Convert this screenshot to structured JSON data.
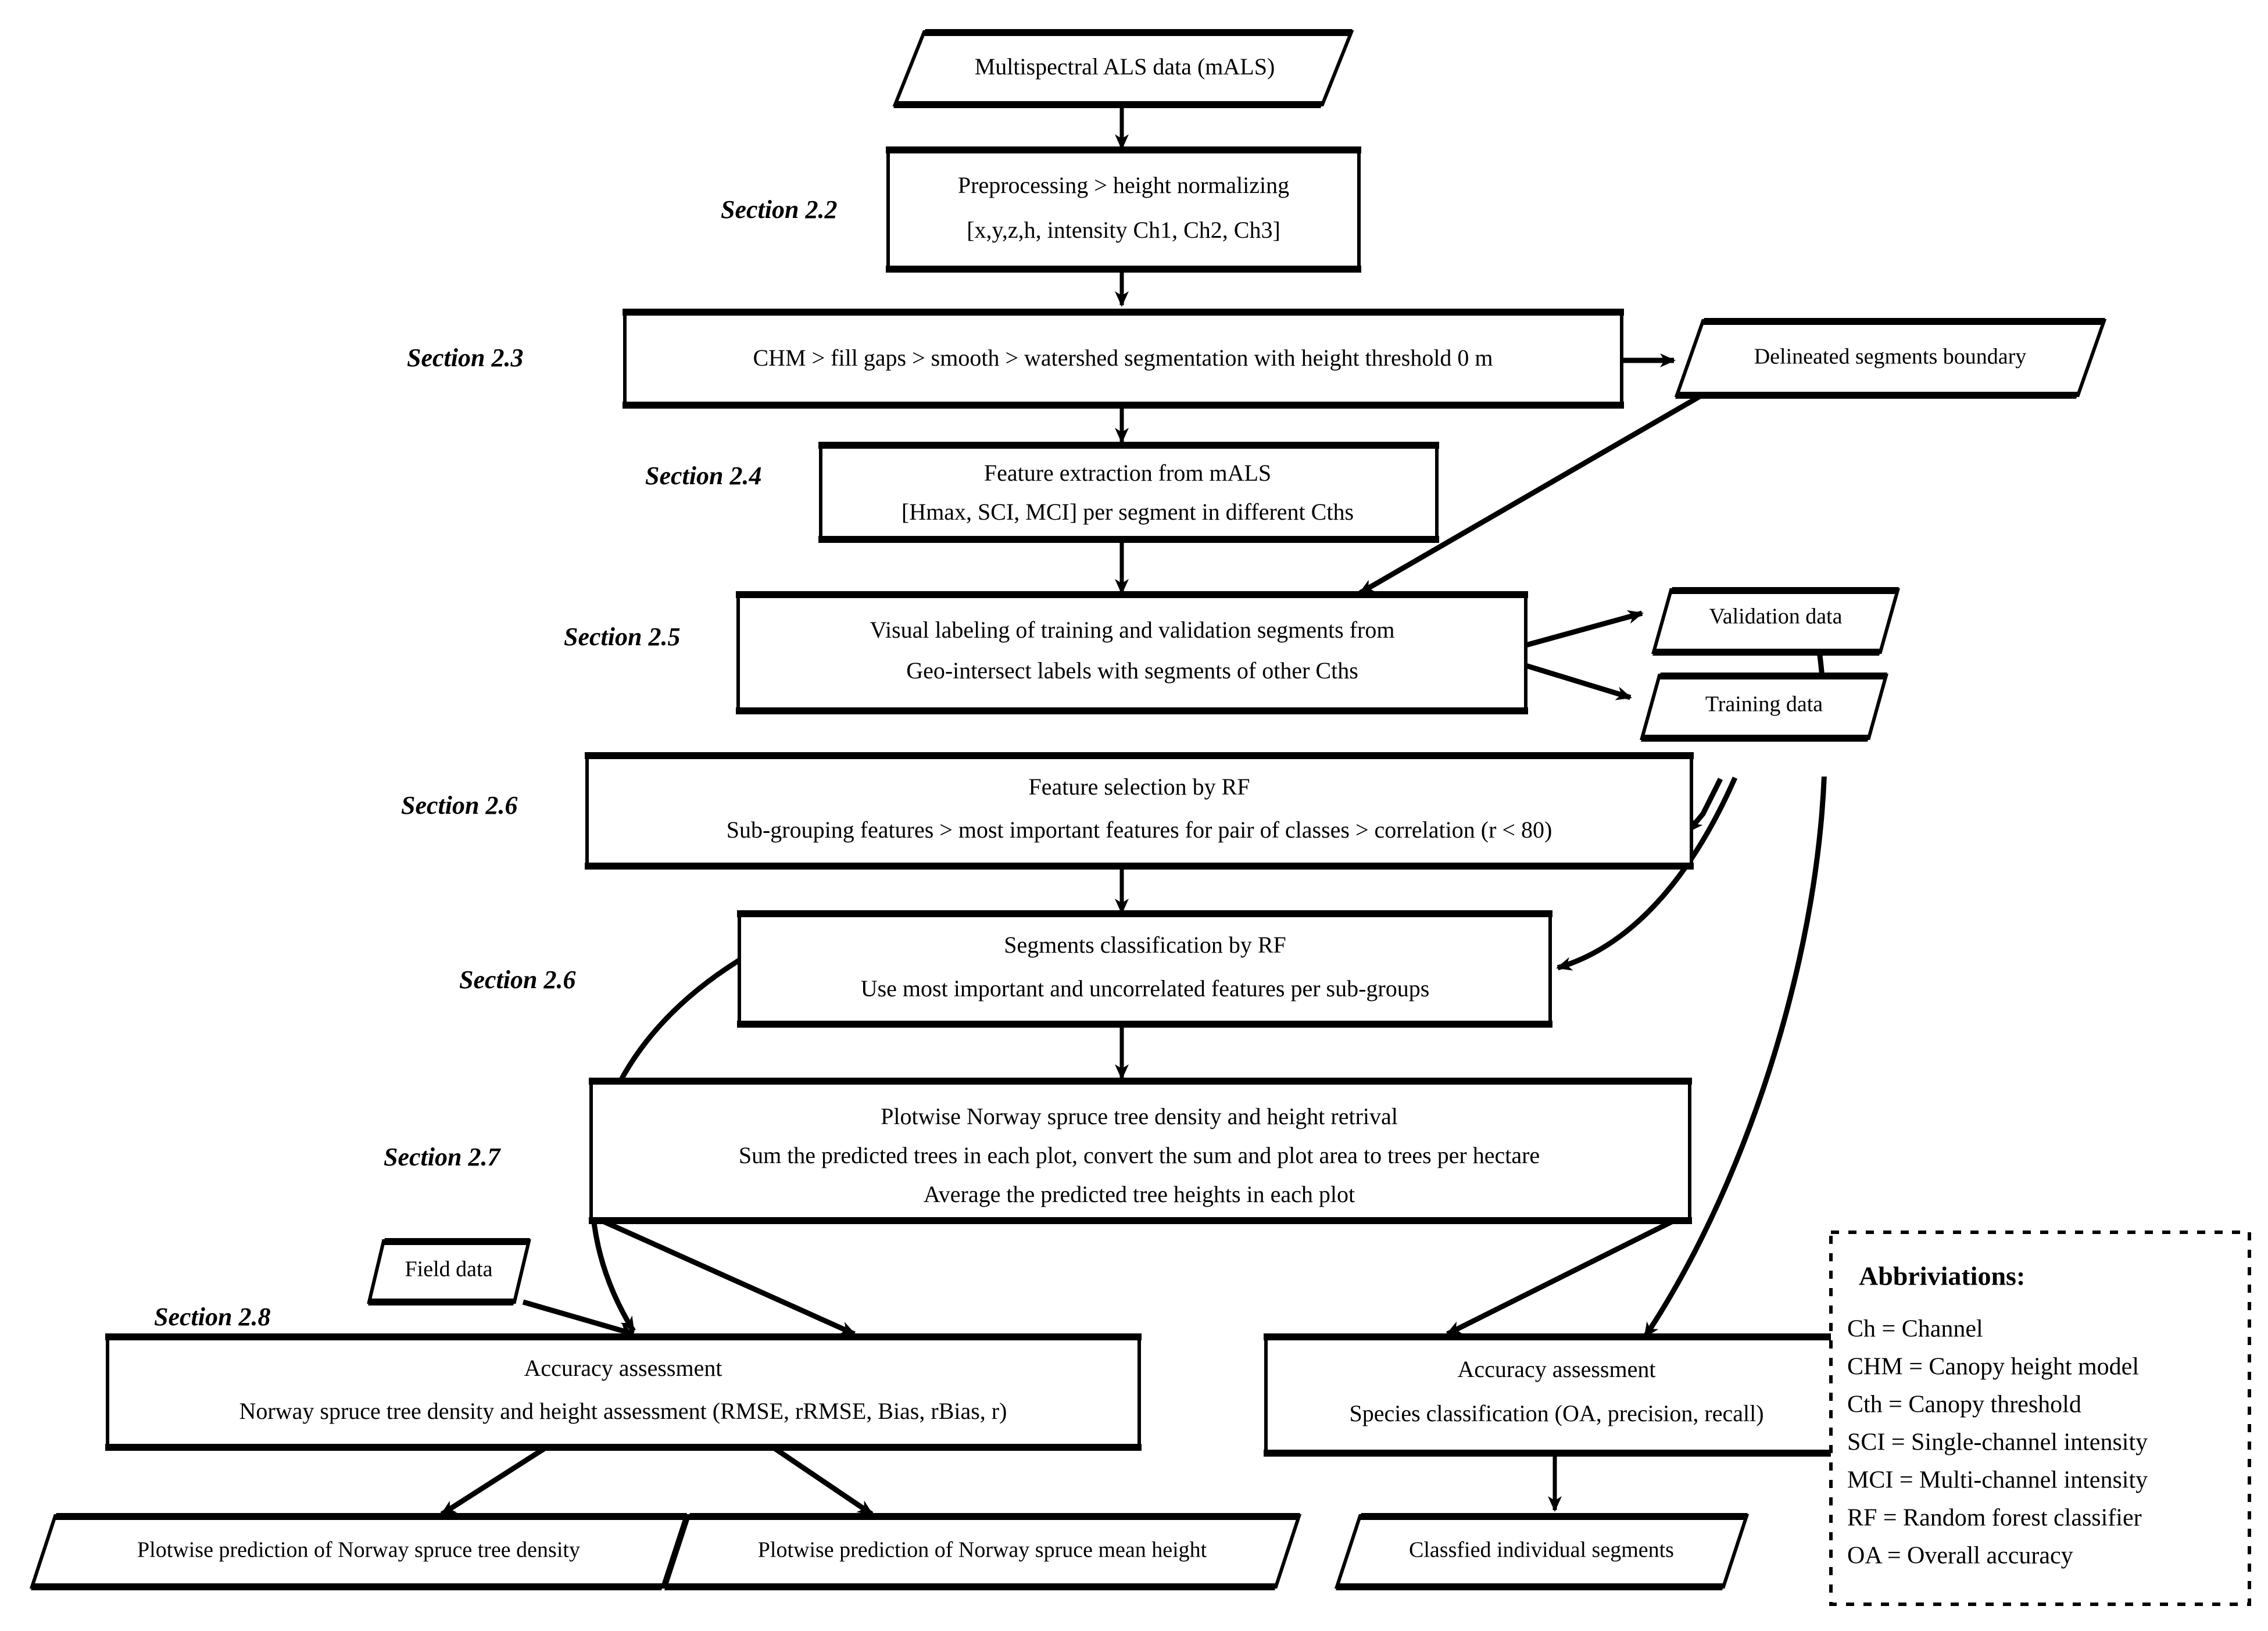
{
  "figure": {
    "type": "flowchart",
    "title": "",
    "colors": {
      "stroke": "#000000",
      "fill": "#ffffff",
      "text": "#000000"
    }
  },
  "section_labels": [
    {
      "id": "s22",
      "text": "Section 2.2"
    },
    {
      "id": "s23",
      "text": "Section 2.3"
    },
    {
      "id": "s24",
      "text": "Section 2.4"
    },
    {
      "id": "s25",
      "text": "Section 2.5"
    },
    {
      "id": "s26a",
      "text": "Section 2.6"
    },
    {
      "id": "s26b",
      "text": "Section 2.6"
    },
    {
      "id": "s27",
      "text": "Section 2.7"
    },
    {
      "id": "s28",
      "text": "Section 2.8"
    }
  ],
  "nodes": {
    "input_mals": {
      "shape": "parallelogram",
      "lines": [
        "Multispectral ALS data (mALS)"
      ]
    },
    "preprocessing": {
      "shape": "rect",
      "lines": [
        "Preprocessing > height normalizing",
        "[x,y,z,h, intensity Ch1, Ch2, Ch3]"
      ]
    },
    "chm": {
      "shape": "rect",
      "lines": [
        "CHM > fill gaps > smooth > watershed segmentation with height threshold 0 m"
      ]
    },
    "delineated": {
      "shape": "parallelogram",
      "lines": [
        "Delineated segments boundary"
      ]
    },
    "feature_extraction": {
      "shape": "rect",
      "lines": [
        "Feature extraction from mALS",
        "[Hmax, SCI, MCI] per segment in different Cths"
      ]
    },
    "visual_labeling": {
      "shape": "rect",
      "lines": [
        "Visual labeling of training and validation segments from",
        "Geo-intersect labels with segments of other Cths"
      ]
    },
    "validation_data": {
      "shape": "parallelogram",
      "lines": [
        "Validation data"
      ]
    },
    "training_data": {
      "shape": "parallelogram",
      "lines": [
        "Training data"
      ]
    },
    "feature_selection": {
      "shape": "rect",
      "lines": [
        "Feature selection by RF",
        "Sub-grouping features > most important features for pair of classes > correlation (r < 80)"
      ]
    },
    "segments_classification": {
      "shape": "rect",
      "lines": [
        "Segments classification by RF",
        "Use most important and uncorrelated features per sub-groups"
      ]
    },
    "plotwise_retrival": {
      "shape": "rect",
      "lines": [
        "Plotwise Norway spruce tree density and height retrival",
        "Sum the predicted trees in each plot, convert the sum and plot area to trees per hectare",
        "Average the predicted tree heights in each plot"
      ]
    },
    "field_data": {
      "shape": "parallelogram",
      "lines": [
        "Field data"
      ]
    },
    "accuracy_density": {
      "shape": "rect",
      "lines": [
        "Accuracy assessment",
        "Norway spruce tree density and height assessment (RMSE, rRMSE, Bias, rBias, r)"
      ]
    },
    "accuracy_species": {
      "shape": "rect",
      "lines": [
        "Accuracy assessment",
        "Species classification (OA, precision, recall)"
      ]
    },
    "out_density": {
      "shape": "parallelogram",
      "lines": [
        "Plotwise prediction of Norway spruce tree density"
      ]
    },
    "out_height": {
      "shape": "parallelogram",
      "lines": [
        "Plotwise prediction of Norway spruce mean height"
      ]
    },
    "out_segments": {
      "shape": "parallelogram",
      "lines": [
        "Classfied individual segments"
      ]
    }
  },
  "legend": {
    "title": "Abbriviations:",
    "entries": [
      "Ch = Channel",
      "CHM = Canopy height model",
      "Cth = Canopy threshold",
      "SCI = Single-channel intensity",
      "MCI = Multi-channel intensity",
      "RF = Random forest classifier",
      "OA = Overall accuracy"
    ]
  }
}
